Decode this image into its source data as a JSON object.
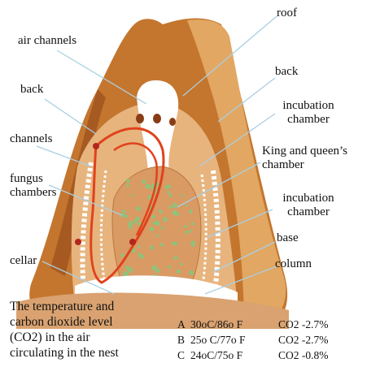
{
  "labels": {
    "roof": "roof",
    "air_channels": "air channels",
    "back_right": "back",
    "back_left": "back",
    "incubation_chamber_1": "incubation chamber",
    "channels": "channels",
    "king_queen_chamber": "King and queen’s chamber",
    "fungus_chambers": "fungus chambers",
    "incubation_chamber_2": "incubation chamber",
    "base": "base",
    "cellar": "cellar",
    "column": "column"
  },
  "caption": "The temperature and carbon dioxide level (CO2) in the air circulating in the nest",
  "legend": [
    {
      "key": "A",
      "temp": "30oC/86o F",
      "co2": "CO2 -2.7%"
    },
    {
      "key": "B",
      "temp": "25o C/77o F",
      "co2": "CO2 -2.7%"
    },
    {
      "key": "C",
      "temp": "24oC/75o F",
      "co2": "CO2 -0.8%"
    }
  ],
  "colors": {
    "mound_outer": "#c4762e",
    "mound_cut": "#e7b47e",
    "mound_shadow": "#a65a22",
    "chimney": "#ffffff",
    "flow_line": "#e0421c",
    "pointer_line": "#a9cfe3",
    "fungus_dots": "#8fc27a"
  }
}
